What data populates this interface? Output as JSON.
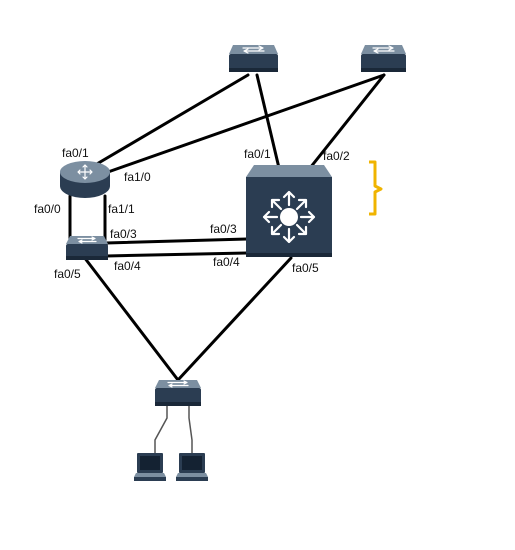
{
  "devices": {
    "switch_top_left": {
      "type": "switch"
    },
    "switch_top_right": {
      "type": "switch"
    },
    "router": {
      "type": "router"
    },
    "multilayer_switch": {
      "type": "multilayer-switch"
    },
    "switch_left": {
      "type": "switch"
    },
    "switch_bottom": {
      "type": "switch"
    },
    "pc_left": {
      "type": "laptop"
    },
    "pc_right": {
      "type": "laptop"
    }
  },
  "ports": {
    "router_fa0_1": "fa0/1",
    "router_fa1_0": "fa1/0",
    "router_fa0_0": "fa0/0",
    "router_fa1_1": "fa1/1",
    "sw_fa0_3": "fa0/3",
    "sw_fa0_4": "fa0/4",
    "sw_fa0_5": "fa0/5",
    "ml_fa0_1": "fa0/1",
    "ml_fa0_2": "fa0/2",
    "ml_fa0_3": "fa0/3",
    "ml_fa0_4": "fa0/4",
    "ml_fa0_5": "fa0/5"
  },
  "annotation": {
    "bracket_color": "#f0b400"
  },
  "colors": {
    "link": "#000000",
    "device_body": "#2b3d52",
    "device_top": "#7c8fa1"
  }
}
